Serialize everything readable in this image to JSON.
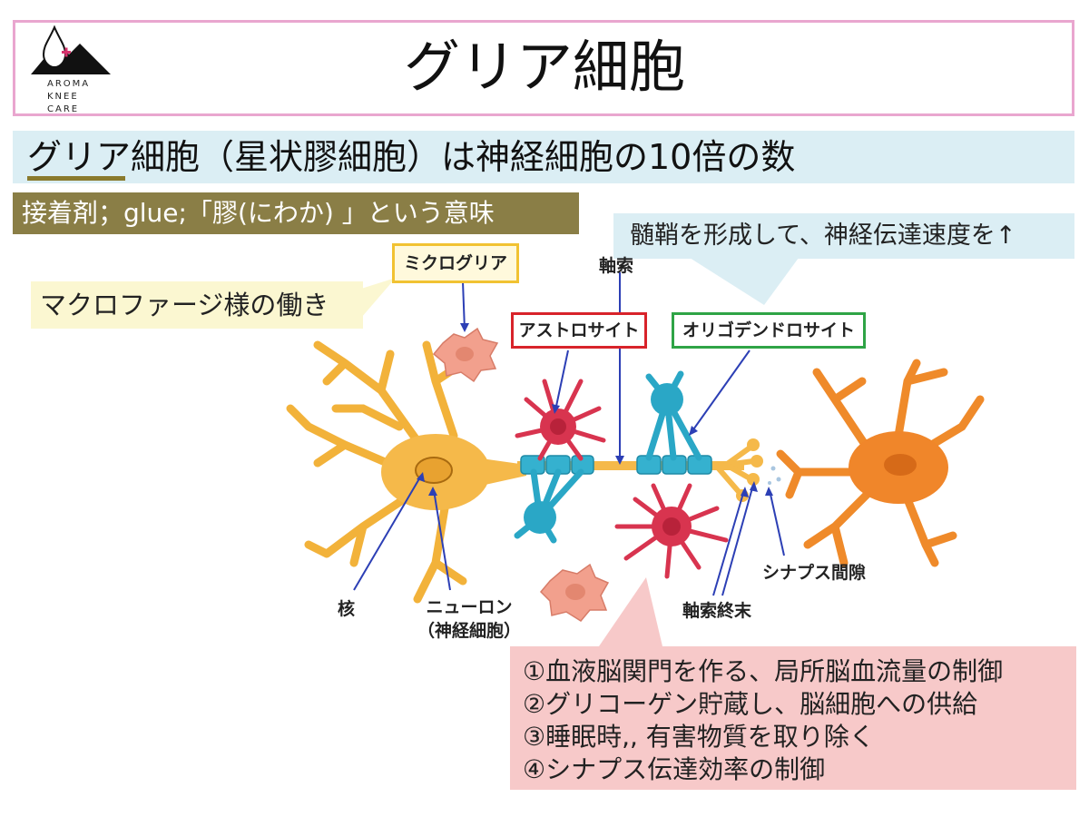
{
  "logo": {
    "text_lines": [
      "AROMA",
      "KNEE",
      "CARE"
    ]
  },
  "title": "グリア細胞",
  "headline": "グリア細胞（星状膠細胞）は神経細胞の10倍の数",
  "glue_note": "接着剤；glue;「膠(にわか) 」という意味",
  "myelin_callout": "髄鞘を形成して、神経伝達速度を↑",
  "macrophage_note": "マクロファージ様の働き",
  "labels": {
    "microglia": "ミクログリア",
    "astrocyte": "アストロサイト",
    "oligodendrocyte": "オリゴデンドロサイト",
    "axon": "軸索",
    "synaptic_cleft": "シナプス間隙",
    "nucleus": "核",
    "neuron_line1": "ニューロン",
    "neuron_line2": "（神経細胞）",
    "axon_terminal": "軸索終末"
  },
  "functions": [
    "①血液脳関門を作る、局所脳血流量の制御",
    "②グリコーゲン貯蔵し、脳細胞への供給",
    "③睡眠時,, 有害物質を取り除く",
    "④シナプス伝達効率の制御"
  ],
  "colors": {
    "header_border": "#e9a6cf",
    "headline_bg": "#dbeef4",
    "glue_bg": "#8a7e46",
    "macrophage_bg": "#fbf7d1",
    "microglia_border": "#f1c232",
    "astrocyte_border": "#d8232a",
    "oligodendrocyte_border": "#2fa446",
    "functions_bg": "#f7c9c9",
    "neuron": "#f2b23a",
    "neuron_right": "#ef8a2a",
    "astrocyte": "#d8344f",
    "oligodendrocyte": "#2aa7c6",
    "microglia": "#f2a08d",
    "arrow": "#2c3fb5"
  }
}
